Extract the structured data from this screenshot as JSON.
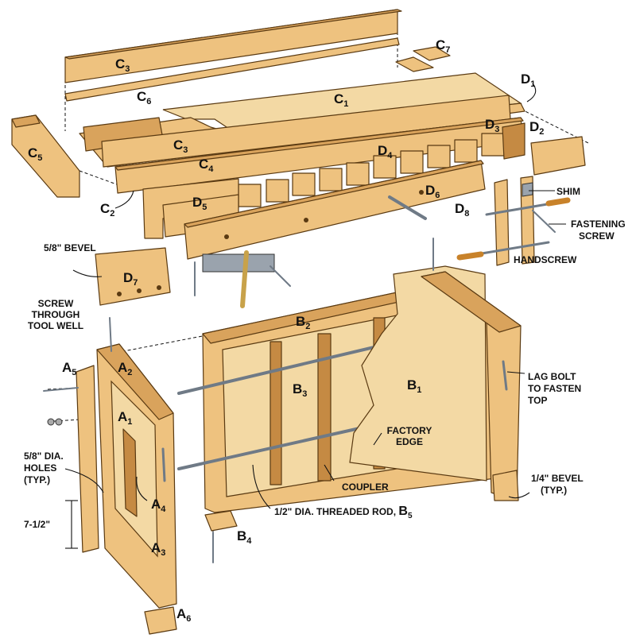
{
  "parts": {
    "c3_top": {
      "letter": "C",
      "sub": "3"
    },
    "c7": {
      "letter": "C",
      "sub": "7"
    },
    "c6": {
      "letter": "C",
      "sub": "6"
    },
    "c1": {
      "letter": "C",
      "sub": "1"
    },
    "d1": {
      "letter": "D",
      "sub": "1"
    },
    "d3": {
      "letter": "D",
      "sub": "3"
    },
    "d2": {
      "letter": "D",
      "sub": "2"
    },
    "c5": {
      "letter": "C",
      "sub": "5"
    },
    "c3_mid": {
      "letter": "C",
      "sub": "3"
    },
    "c4": {
      "letter": "C",
      "sub": "4"
    },
    "d4": {
      "letter": "D",
      "sub": "4"
    },
    "c2": {
      "letter": "C",
      "sub": "2"
    },
    "d5": {
      "letter": "D",
      "sub": "5"
    },
    "d6": {
      "letter": "D",
      "sub": "6"
    },
    "d8": {
      "letter": "D",
      "sub": "8"
    },
    "d7": {
      "letter": "D",
      "sub": "7"
    },
    "a5": {
      "letter": "A",
      "sub": "5"
    },
    "a2": {
      "letter": "A",
      "sub": "2"
    },
    "a1": {
      "letter": "A",
      "sub": "1"
    },
    "a4": {
      "letter": "A",
      "sub": "4"
    },
    "a3": {
      "letter": "A",
      "sub": "3"
    },
    "a6": {
      "letter": "A",
      "sub": "6"
    },
    "b2": {
      "letter": "B",
      "sub": "2"
    },
    "b3": {
      "letter": "B",
      "sub": "3"
    },
    "b1": {
      "letter": "B",
      "sub": "1"
    },
    "b4": {
      "letter": "B",
      "sub": "4"
    }
  },
  "callouts": {
    "shim": "SHIM",
    "fastening_screw": [
      "FASTENING",
      "SCREW"
    ],
    "handscrew": "HANDSCREW",
    "bevel_58": "5/8\" BEVEL",
    "screw_tool_well": [
      "SCREW",
      "THROUGH",
      "TOOL WELL"
    ],
    "lag_bolt": [
      "LAG BOLT",
      "TO FASTEN",
      "TOP"
    ],
    "factory_edge": [
      "FACTORY",
      "EDGE"
    ],
    "holes": [
      "5/8\" DIA.",
      "HOLES",
      "(TYP.)"
    ],
    "coupler": "COUPLER",
    "threaded_rod": "1/2\" DIA. THREADED ROD, ",
    "threaded_rod_part": {
      "letter": "B",
      "sub": "5"
    },
    "bevel_14": [
      "1/4\" BEVEL",
      "(TYP.)"
    ],
    "dimension": "7-1/2\""
  }
}
